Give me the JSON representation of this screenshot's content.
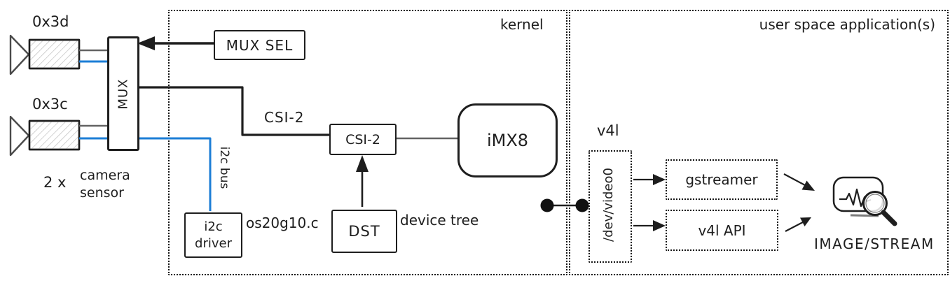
{
  "regions": {
    "kernel_label": "kernel",
    "user_space_label": "user space application(s)"
  },
  "cameras": {
    "cam1_address": "0x3d",
    "cam2_address": "0x3c",
    "count": "2 x",
    "caption_line1": "camera",
    "caption_line2": "sensor"
  },
  "kernel": {
    "mux": "MUX",
    "mux_sel": "MUX SEL",
    "csi2_wire_label": "CSI-2",
    "csi2_box": "CSI-2",
    "imx8": "iMX8",
    "i2c_driver_line1": "i2c",
    "i2c_driver_line2": "driver",
    "i2c_bus_label": "i2c bus",
    "driver_file_label": "os20g10.c",
    "dst": "DST",
    "device_tree_label": "device tree"
  },
  "user_space": {
    "v4l_label": "v4l",
    "device_node": "/dev/video0",
    "gstreamer": "gstreamer",
    "v4l_api": "v4l API",
    "output_label": "IMAGE/STREAM"
  },
  "icons": {
    "camera": "camera-icon",
    "connector": "link-connector-icon",
    "waveform": "waveform-icon",
    "magnifier": "magnifier-icon"
  },
  "colors": {
    "stroke": "#1e1e1e",
    "i2c_bus_blue": "#1c7ed6",
    "secondary_wire_gray": "#636363",
    "background": "#ffffff"
  }
}
